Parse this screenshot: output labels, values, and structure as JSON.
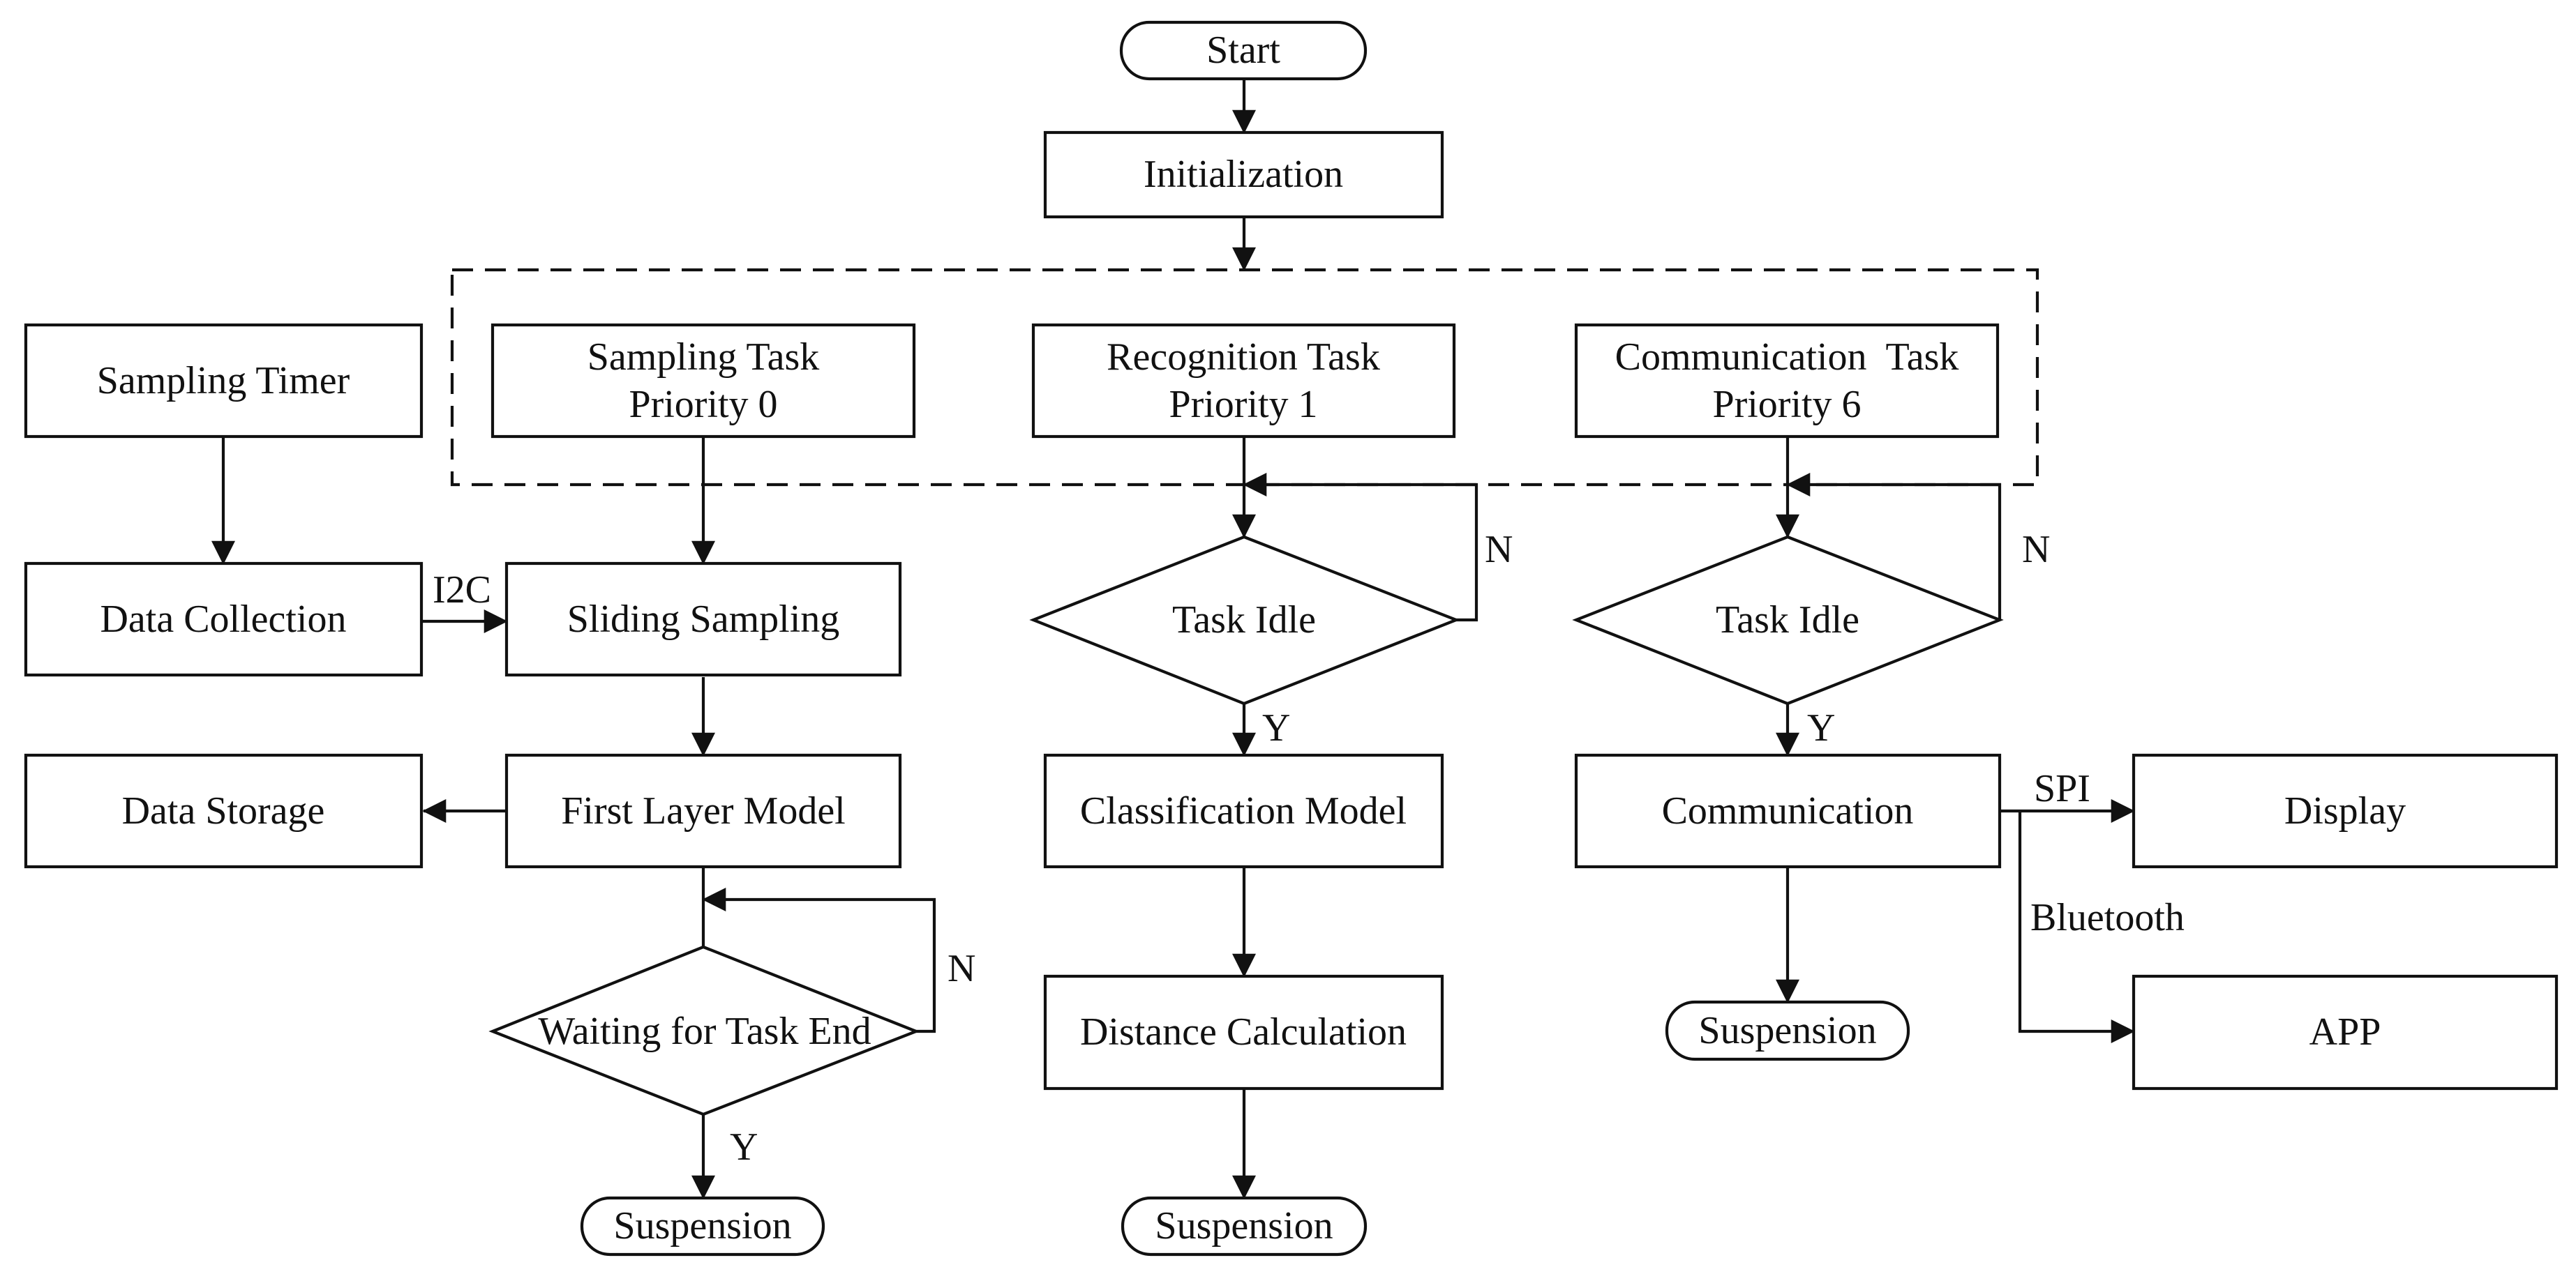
{
  "nodes": {
    "start": "Start",
    "initialization": "Initialization",
    "sampling_timer": "Sampling Timer",
    "sampling_task": {
      "line1": "Sampling Task",
      "line2": "Priority 0"
    },
    "recognition_task": {
      "line1": "Recognition Task",
      "line2": "Priority 1"
    },
    "communication_task": {
      "line1": "Communication  Task",
      "line2": "Priority 6"
    },
    "data_collection": "Data Collection",
    "sliding_sampling": "Sliding Sampling",
    "data_storage": "Data Storage",
    "first_layer_model": "First Layer Model",
    "waiting_for_task_end": "Waiting for Task End",
    "suspension_sampling": "Suspension",
    "task_idle_recognition": "Task Idle",
    "classification_model": "Classification Model",
    "distance_calculation": "Distance Calculation",
    "suspension_recognition": "Suspension",
    "task_idle_communication": "Task Idle",
    "communication": "Communication",
    "suspension_communication": "Suspension",
    "display": "Display",
    "app": "APP"
  },
  "edge_labels": {
    "i2c": "I2C",
    "no_recognition": "N",
    "yes_recognition": "Y",
    "no_communication": "N",
    "yes_communication": "Y",
    "no_waiting": "N",
    "yes_waiting": "Y",
    "spi": "SPI",
    "bluetooth": "Bluetooth"
  }
}
